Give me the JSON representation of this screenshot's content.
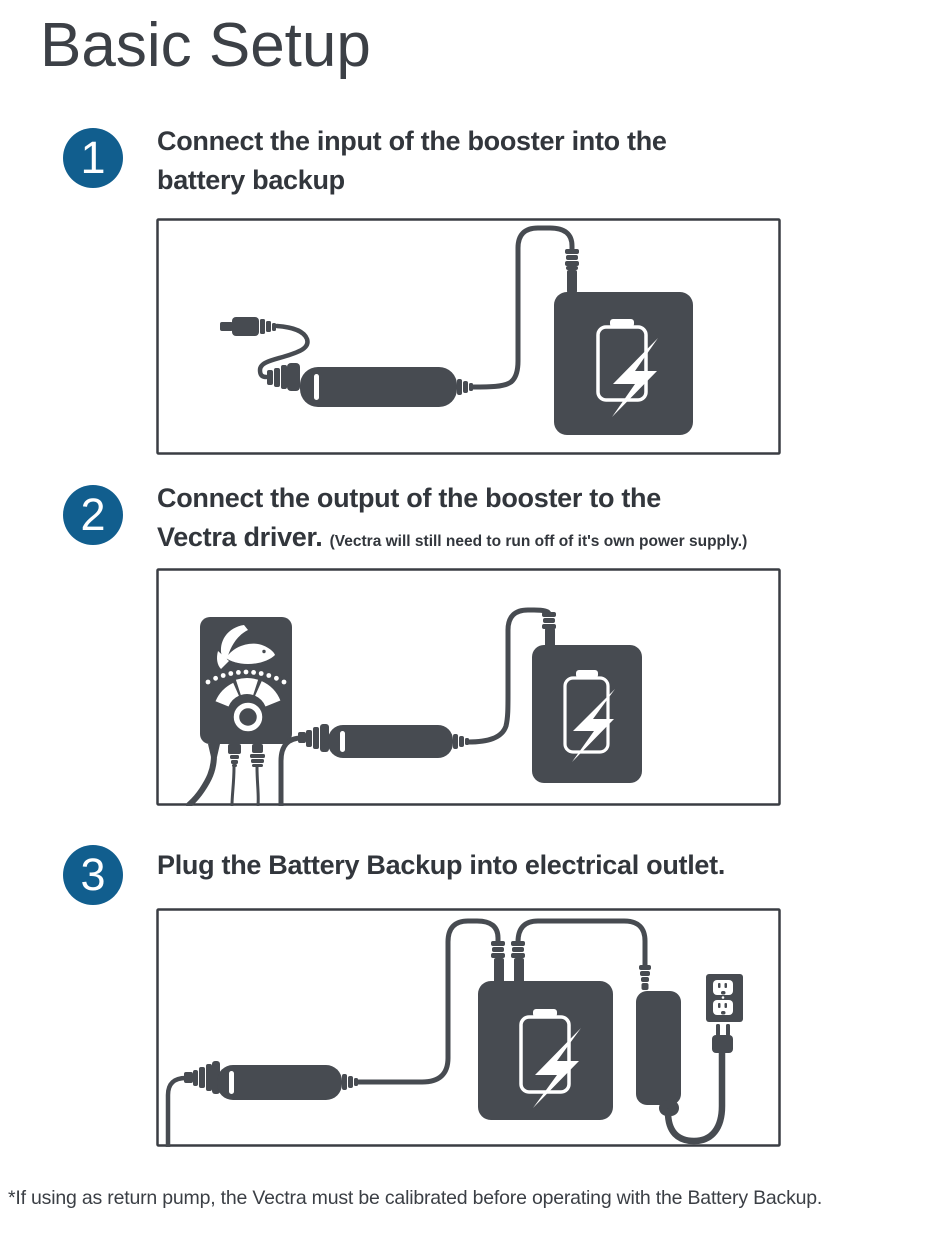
{
  "page": {
    "title": "Basic Setup",
    "footnote": "*If using as return pump, the Vectra must be calibrated before operating with the Battery Backup."
  },
  "colors": {
    "accent-blue": "#115e8e",
    "device-gray": "#474b51",
    "frame-border": "#3a3d43",
    "heading-text": "#32363c",
    "title-text": "#3c4046",
    "page-bg": "#ffffff"
  },
  "steps": [
    {
      "number": "1",
      "heading_line1": "Connect the input of the booster into the",
      "heading_line2": "battery backup",
      "heading_note": "",
      "illustration": {
        "components": [
          "dc-barrel-plug",
          "booster-inline-module",
          "power-cable",
          "battery-backup-box"
        ]
      }
    },
    {
      "number": "2",
      "heading_line1": "Connect the output of the booster to the",
      "heading_line2": "Vectra driver.",
      "heading_note": "(Vectra will still need to run off of it's own power supply.)",
      "illustration": {
        "components": [
          "vectra-driver",
          "driver-cables",
          "booster-inline-module",
          "power-cable",
          "battery-backup-box"
        ]
      }
    },
    {
      "number": "3",
      "heading_line1": "Plug the Battery Backup into electrical outlet.",
      "heading_line2": "",
      "heading_note": "",
      "illustration": {
        "components": [
          "booster-inline-module",
          "battery-backup-box",
          "ac-power-brick",
          "ac-plug",
          "wall-outlet"
        ]
      }
    }
  ]
}
